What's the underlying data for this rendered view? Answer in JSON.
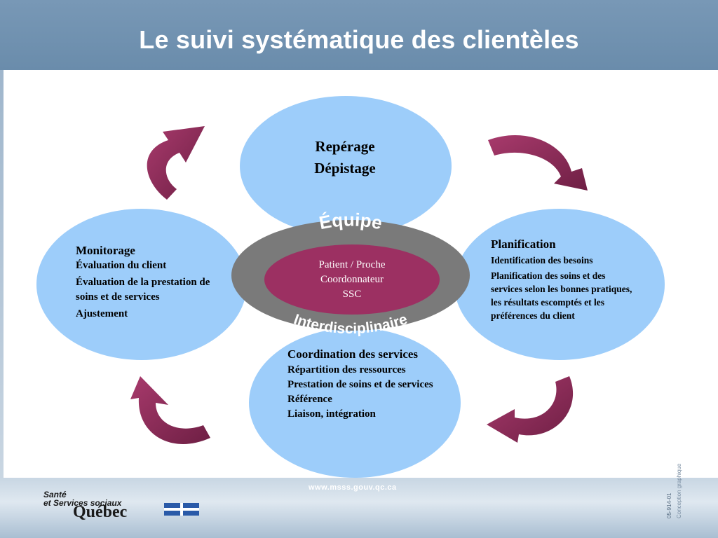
{
  "header": {
    "title": "Le suivi systématique des clientèles"
  },
  "diagram": {
    "top": {
      "lines": [
        "Repérage",
        "Dépistage"
      ]
    },
    "left": {
      "heading": "Monitorage",
      "items": [
        "Évaluation du client",
        "Évaluation de la prestation de soins et de services",
        "Ajustement"
      ]
    },
    "right": {
      "heading": "Planification",
      "items": [
        "Identification des besoins",
        "Planification des soins et des services selon les bonnes pratiques, les résultats escomptés et les préférences du client"
      ]
    },
    "bottom": {
      "heading": "Coordination des services",
      "items": [
        "Répartition des ressources",
        "Prestation de soins et de services",
        "Référence",
        "Liaison, intégration"
      ]
    },
    "ring": {
      "top_word": "Équipe",
      "bottom_word": "Interdisciplinaire"
    },
    "core": {
      "lines": [
        "Patient / Proche",
        "Coordonnateur",
        "SSC"
      ]
    },
    "colors": {
      "ellipse": "#9dcdfa",
      "ring": "#7a7a7a",
      "core": "#9c3062",
      "arrow": "#8a2b58"
    }
  },
  "footer": {
    "url": "www.msss.gouv.qc.ca",
    "logo_line1": "Santé",
    "logo_line2": "et Services sociaux",
    "logo_quebec": "Québec",
    "side_code": "05-914-01",
    "side_code2": "Conception graphique"
  }
}
